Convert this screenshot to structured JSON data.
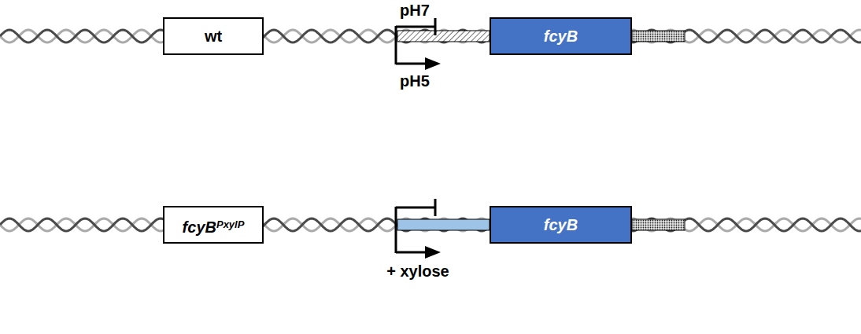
{
  "diagram": {
    "nodes": [
      {
        "text": [
          "wt"
        ]
      },
      {
        "text": [
          "fcyB"
        ]
      },
      {
        "text": [
          "fcyB",
          "PxylP"
        ]
      },
      {
        "text": [
          "fcyB"
        ]
      }
    ],
    "labels": [
      "pH7",
      "pH5",
      "+ xylose"
    ]
  }
}
